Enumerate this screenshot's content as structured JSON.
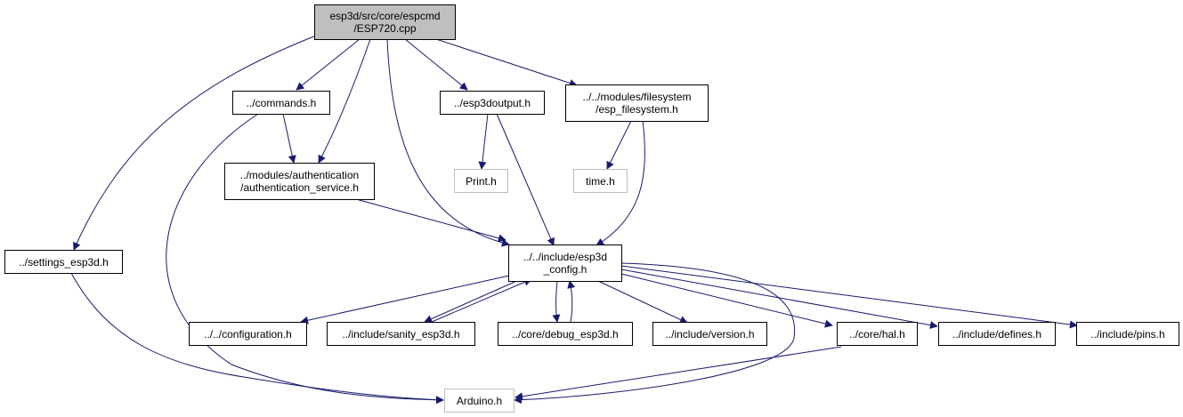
{
  "colors": {
    "edge": "#191970",
    "border": "#000000",
    "external_border": "#bfbfbf",
    "root_fill": "#bfbfbf"
  },
  "nodes": {
    "root": {
      "line1": "esp3d/src/core/espcmd",
      "line2": "/ESP720.cpp"
    },
    "commands": {
      "line1": "../commands.h"
    },
    "esp3doutput": {
      "line1": "../esp3doutput.h"
    },
    "filesystem": {
      "line1": "../../modules/filesystem",
      "line2": "/esp_filesystem.h"
    },
    "auth": {
      "line1": "../modules/authentication",
      "line2": "/authentication_service.h"
    },
    "print": {
      "line1": "Print.h"
    },
    "time": {
      "line1": "time.h"
    },
    "settings": {
      "line1": "../settings_esp3d.h"
    },
    "config": {
      "line1": "../../include/esp3d",
      "line2": "_config.h"
    },
    "configuration": {
      "line1": "../../configuration.h"
    },
    "sanity": {
      "line1": "../include/sanity_esp3d.h"
    },
    "debug": {
      "line1": "../core/debug_esp3d.h"
    },
    "version": {
      "line1": "../include/version.h"
    },
    "hal": {
      "line1": "../core/hal.h"
    },
    "defines": {
      "line1": "../include/defines.h"
    },
    "pins": {
      "line1": "../include/pins.h"
    },
    "arduino": {
      "line1": "Arduino.h"
    }
  }
}
